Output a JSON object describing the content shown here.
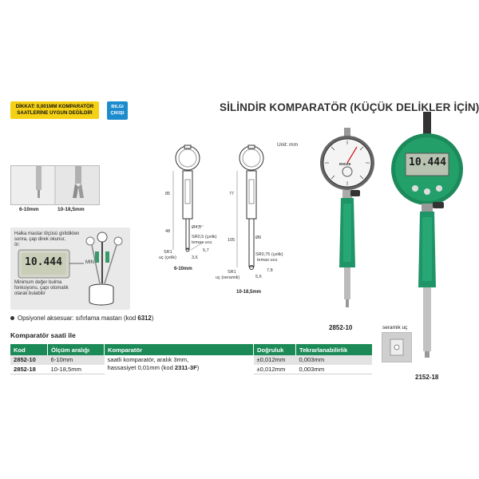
{
  "badges": {
    "warning_line1": "DİKKAT: 0,001MM KOMPARATÖR",
    "warning_line2": "SAATLERİNE UYGUN DEĞİLDİR",
    "info_line1": "BILGI",
    "info_line2": "ÇIKIŞI"
  },
  "title": "SİLİNDİR KOMPARATÖR (KÜÇÜK DELİKLER İÇİN)",
  "unit": "Unit: mm",
  "probe_photos": {
    "left_label": "6-10mm",
    "right_label": "10-18,5mm"
  },
  "inset": {
    "text_lines": [
      "Halka mastar ölçüsü girildikten",
      "sonra, çap direk okunur,",
      "ör:"
    ],
    "display_value": "10.444",
    "min_label": "MIN",
    "note_lines": [
      "Minimum değer bulma",
      "fonksiyonu, çapı otomatik",
      "olarak bulabilir"
    ]
  },
  "diagram_a": {
    "dims": [
      "85",
      "48",
      "Ø4,5",
      "5,7",
      "3,6"
    ],
    "sr_contact": "SR0,5 (çelik)",
    "contact_label": "temas ucu",
    "sr_tip": "SR1",
    "tip_label": "uç (çelik)",
    "range": "6-10mm"
  },
  "diagram_b": {
    "dims": [
      "77",
      "105",
      "Ø6",
      "7,8",
      "5,6"
    ],
    "sr_contact": "SR0,75 (çelik)",
    "contact_label": "temas ucu",
    "sr_tip": "SR1",
    "tip_label": "uç (seramik)",
    "range": "10-18,5mm"
  },
  "products": {
    "dial_model": "2852-10",
    "digital_model": "2152-18",
    "dial_brand": "INSIZE",
    "digital_display": "10.444",
    "ceramic_tip": "seramik uç"
  },
  "accessory": {
    "prefix": "Opsiyonel aksesuar: sıfırlama mastarı (kod ",
    "code": "6312",
    "suffix": ")"
  },
  "table": {
    "heading": "Komparatör saati ile",
    "columns": [
      "Kod",
      "Ölçüm aralığı",
      "Komparatör",
      "Doğruluk",
      "Tekrarlanabilirlik"
    ],
    "rows": [
      {
        "code": "2852-10",
        "range": "6-10mm",
        "desc_line1": "saatli komparatör, aralık 3mm,",
        "desc_line2_prefix": "hassasiyet 0,01mm (kod ",
        "desc_code": "2311-3F",
        "desc_suffix": ")",
        "accuracy": "±0,012mm",
        "repeatability": "0,003mm"
      },
      {
        "code": "2852-18",
        "range": "10-18,5mm",
        "desc_line1": "",
        "desc_line2_prefix": "",
        "desc_code": "",
        "desc_suffix": "",
        "accuracy": "±0,012mm",
        "repeatability": "0,003mm"
      }
    ]
  }
}
